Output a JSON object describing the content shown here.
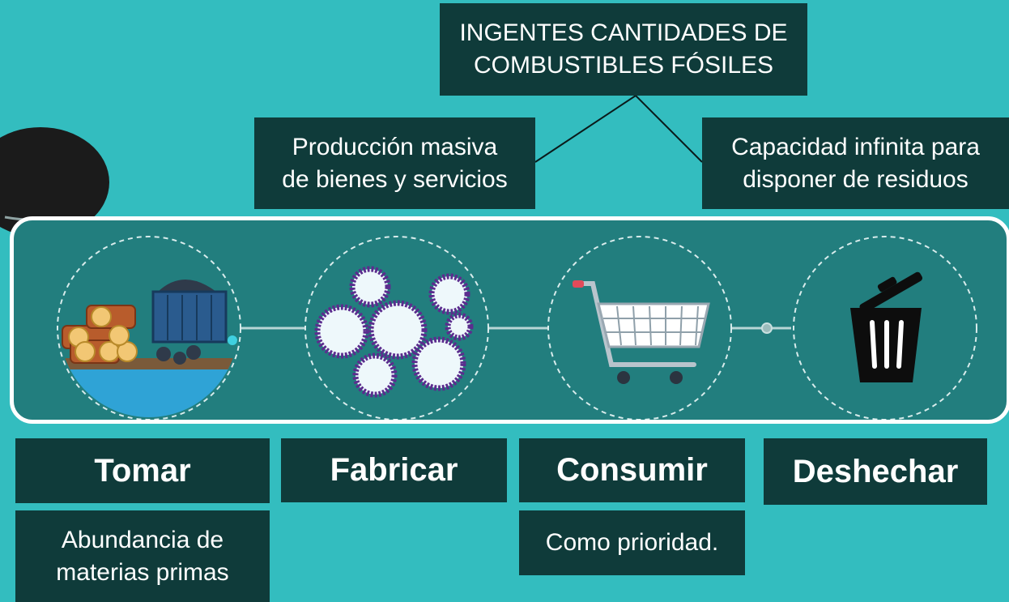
{
  "top_node": {
    "lines": [
      "INGENTES CANTIDADES DE",
      "COMBUSTIBLES FÓSILES"
    ]
  },
  "left_node": {
    "lines": [
      "Producción masiva",
      "de bienes y servicios"
    ]
  },
  "right_node": {
    "lines": [
      "Capacidad infinita para",
      "disponer de residuos"
    ]
  },
  "stages": [
    {
      "label": "Tomar",
      "icon": "raw-materials-icon"
    },
    {
      "label": "Fabricar",
      "icon": "gears-icon"
    },
    {
      "label": "Consumir",
      "icon": "shopping-cart-icon"
    },
    {
      "label": "Deshechar",
      "icon": "trash-can-icon"
    }
  ],
  "descriptions": {
    "tomar": [
      "Abundancia de",
      "materias primas"
    ],
    "consumir": [
      "Como prioridad."
    ]
  },
  "colors": {
    "background": "#33bdbf",
    "box": "#0f3b3a",
    "panel": "#227e7e",
    "panel_border": "#ffffff",
    "gear": "#5b2d8e"
  }
}
